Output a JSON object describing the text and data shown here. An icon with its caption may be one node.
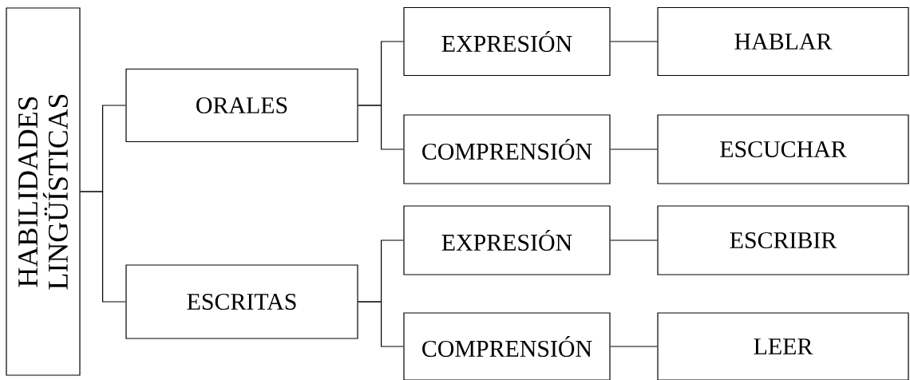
{
  "diagram": {
    "nodes": [
      {
        "text": [
          "HABILIDADES LINGÜÍSTICAS"
        ]
      },
      {
        "text": [
          "ORALES"
        ]
      },
      {
        "text": [
          "EXPRESIÓN"
        ]
      },
      {
        "text": [
          "HABLAR"
        ]
      },
      {
        "text": [
          "COMPRENSIÓN"
        ]
      },
      {
        "text": [
          "ESCUCHAR"
        ]
      },
      {
        "text": [
          "ESCRITAS"
        ]
      },
      {
        "text": [
          "EXPRESIÓN"
        ]
      },
      {
        "text": [
          "ESCRIBIR"
        ]
      },
      {
        "text": [
          "COMPRENSIÓN"
        ]
      },
      {
        "text": [
          "LEER"
        ]
      }
    ],
    "edges": [
      {
        "from": 0,
        "to": 1,
        "arrow": "none"
      },
      {
        "from": 0,
        "to": 6,
        "arrow": "none"
      },
      {
        "from": 1,
        "to": 2,
        "arrow": "none"
      },
      {
        "from": 1,
        "to": 4,
        "arrow": "none"
      },
      {
        "from": 2,
        "to": 3,
        "arrow": "none"
      },
      {
        "from": 4,
        "to": 5,
        "arrow": "none"
      },
      {
        "from": 6,
        "to": 7,
        "arrow": "none"
      },
      {
        "from": 6,
        "to": 9,
        "arrow": "none"
      },
      {
        "from": 7,
        "to": 8,
        "arrow": "none"
      },
      {
        "from": 9,
        "to": 10,
        "arrow": "none"
      }
    ]
  }
}
